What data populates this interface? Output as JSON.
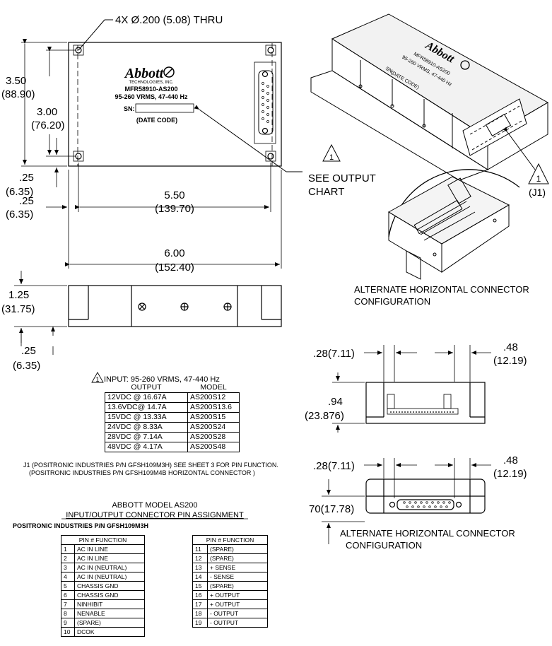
{
  "top_view": {
    "hole_note": "4X Ø.200 (5.08) THRU",
    "dim_height_in": "3.50",
    "dim_height_mm": "(88.90)",
    "dim_hole_v_in": "3.00",
    "dim_hole_v_mm": "(76.20)",
    "dim_edge_v_in": ".25",
    "dim_edge_v_mm": "(6.35)",
    "dim_edge_h_in": ".25",
    "dim_edge_h_mm": "(6.35)",
    "dim_hole_h_in": "5.50",
    "dim_hole_h_mm": "(139.70)",
    "dim_width_in": "6.00",
    "dim_width_mm": "(152.40)",
    "logo_text": "Abbott",
    "logo_sub": "TECHNOLOGIES, INC.",
    "label_model": "MFR58910-AS200",
    "label_input": "95-260 VRMS, 47-440 Hz",
    "label_sn": "SN:",
    "label_date": "(DATE CODE)",
    "see_output_1": "SEE OUTPUT",
    "see_output_2": "CHART",
    "note_flag": "1"
  },
  "iso_view": {
    "logo_text": "Abbott",
    "label_model": "MFR58910-AS200",
    "label_input": "95-260 VRMS, 47-440 Hz",
    "label_sn": "SN:",
    "label_date": "(DATE CODE)",
    "flag": "1",
    "flag_ref": "(J1)",
    "alt_caption_1": "ALTERNATE HORIZONTAL CONNECTOR",
    "alt_caption_2": "CONFIGURATION"
  },
  "side_view": {
    "dim_height_in": "1.25",
    "dim_height_mm": "(31.75)",
    "dim_foot_in": ".25",
    "dim_foot_mm": "(6.35)"
  },
  "end_view_1": {
    "dim_left": ".28(7.11)",
    "dim_right_in": ".48",
    "dim_right_mm": "(12.19)",
    "dim_height_in": ".94",
    "dim_height_mm": "(23.876)"
  },
  "end_view_2": {
    "dim_left": ".28(7.11)",
    "dim_right_in": ".48",
    "dim_right_mm": "(12.19)",
    "dim_height": "70(17.78)",
    "alt_caption_1": "ALTERNATE HORIZONTAL CONNECTOR",
    "alt_caption_2": "CONFIGURATION"
  },
  "output_chart": {
    "input_note": "INPUT: 95-260 VRMS, 47-440 Hz",
    "flag": "1",
    "col_output": "OUTPUT",
    "col_model": "MODEL",
    "rows": [
      {
        "output": "12VDC @ 16.67A",
        "model": "AS200S12"
      },
      {
        "output": "13.6VDC@ 14.7A",
        "model": "AS200S13.6"
      },
      {
        "output": "15VDC  @ 13.33A",
        "model": "AS200S15"
      },
      {
        "output": "24VDC @ 8.33A",
        "model": "AS200S24"
      },
      {
        "output": "28VDC @ 7.14A",
        "model": "AS200S28"
      },
      {
        "output": "48VDC @ 4.17A",
        "model": "AS200S48"
      }
    ]
  },
  "j1_note_1": "J1 (POSITRONIC INDUSTRIES P/N GFSH109M3H) SEE SHEET 3 FOR PIN FUNCTION.",
  "j1_note_2": "(POSITRONIC INDUSTRIES P/N GFSH109M4B  HORIZONTAL CONNECTOR )",
  "pin_section": {
    "title_1": "ABBOTT MODEL AS200",
    "title_2": "INPUT/OUTPUT CONNECTOR PIN ASSIGNMENT",
    "part_number": "POSITRONIC INDUSTRIES P/N GFSH109M3H",
    "table_header": "PIN # FUNCTION",
    "left_pins": [
      {
        "pin": "1",
        "function": "AC IN LINE"
      },
      {
        "pin": "2",
        "function": "AC IN LINE"
      },
      {
        "pin": "3",
        "function": "AC IN (NEUTRAL)"
      },
      {
        "pin": "4",
        "function": "AC IN (NEUTRAL)"
      },
      {
        "pin": "5",
        "function": "CHASSIS GND"
      },
      {
        "pin": "6",
        "function": "CHASSIS GND"
      },
      {
        "pin": "7",
        "function": "NINHIBIT"
      },
      {
        "pin": "8",
        "function": "NENABLE"
      },
      {
        "pin": "9",
        "function": "(SPARE)"
      },
      {
        "pin": "10",
        "function": "DCOK"
      }
    ],
    "right_pins": [
      {
        "pin": "11",
        "function": "(SPARE)"
      },
      {
        "pin": "12",
        "function": "(SPARE)"
      },
      {
        "pin": "13",
        "function": "+ SENSE"
      },
      {
        "pin": "14",
        "function": "- SENSE"
      },
      {
        "pin": "15",
        "function": "(SPARE)"
      },
      {
        "pin": "16",
        "function": "+ OUTPUT"
      },
      {
        "pin": "17",
        "function": "+ OUTPUT"
      },
      {
        "pin": "18",
        "function": "- OUTPUT"
      },
      {
        "pin": "19",
        "function": "- OUTPUT"
      }
    ]
  }
}
